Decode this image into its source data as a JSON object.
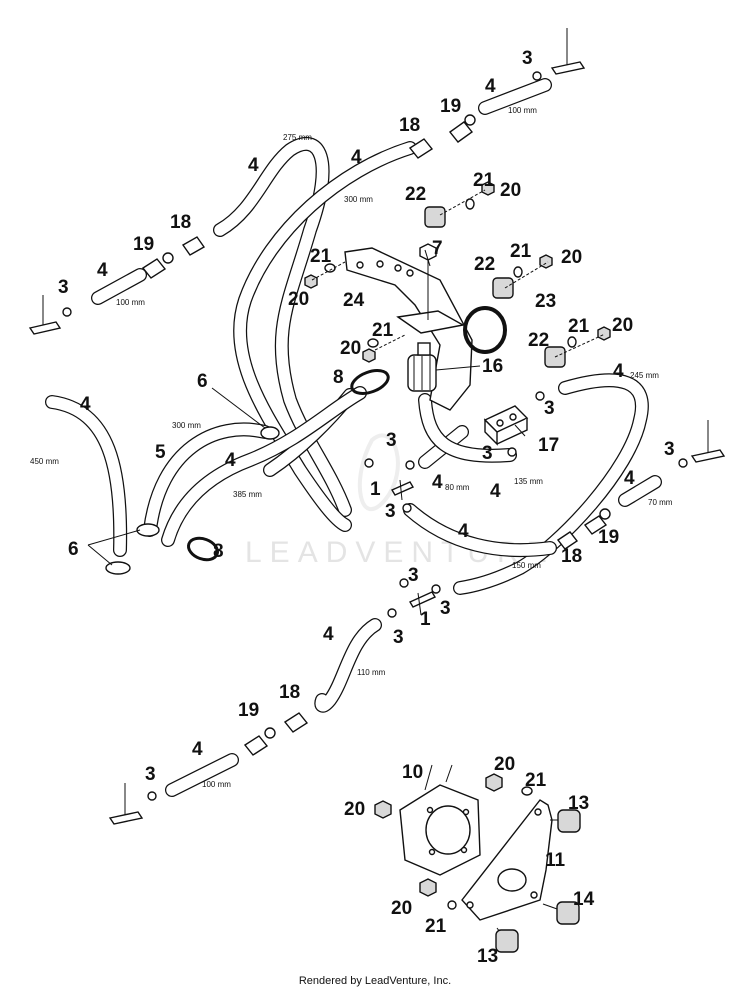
{
  "watermark": "LEADVENTURE",
  "footer": "Rendered by LeadVenture, Inc.",
  "callouts": {
    "c1": "1",
    "c3": "3",
    "c4": "4",
    "c5": "5",
    "c6": "6",
    "c7": "7",
    "c8": "8",
    "c10": "10",
    "c11": "11",
    "c13": "13",
    "c14": "14",
    "c16": "16",
    "c17": "17",
    "c18": "18",
    "c19": "19",
    "c20": "20",
    "c21": "21",
    "c22": "22",
    "c23": "23",
    "c24": "24"
  },
  "dimensions": {
    "d100": "100 mm",
    "d275": "275 mm",
    "d300": "300 mm",
    "d450": "450 mm",
    "d385": "385 mm",
    "d245": "245 mm",
    "d80": "80 mm",
    "d135": "135 mm",
    "d70": "70 mm",
    "d150": "150 mm",
    "d110": "110 mm"
  }
}
